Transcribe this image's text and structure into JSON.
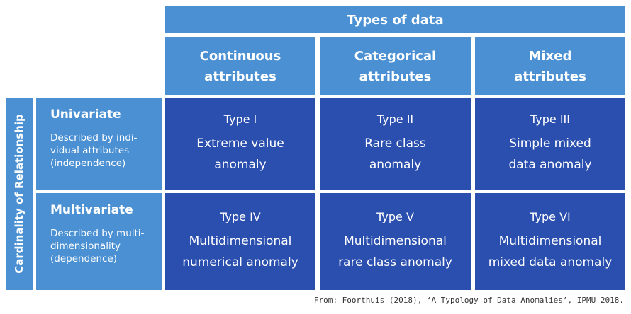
{
  "title": "Types of data",
  "columns": [
    {
      "label": "Continuous\nattributes"
    },
    {
      "label": "Categorical\nattributes"
    },
    {
      "label": "Mixed\nattributes"
    }
  ],
  "side_label": "Cardinality of Relationship",
  "rows": [
    {
      "title": "Univariate",
      "description": "Described by indi-\nvidual attributes\n(independence)"
    },
    {
      "title": "Multivariate",
      "description": "Described by multi-\ndimensionality\n(dependence)"
    }
  ],
  "cells": [
    [
      {
        "type": "Type I",
        "name": "Extreme value\nanomaly"
      },
      {
        "type": "Type II",
        "name": "Rare class\nanomaly"
      },
      {
        "type": "Type III",
        "name": "Simple mixed\ndata anomaly"
      }
    ],
    [
      {
        "type": "Type IV",
        "name": "Multidimensional\nnumerical anomaly"
      },
      {
        "type": "Type V",
        "name": "Multidimensional\nrare class anomaly"
      },
      {
        "type": "Type VI",
        "name": "Multidimensional\nmixed data anomaly"
      }
    ]
  ],
  "source": "From: Foorthuis (2018), ‘A Typology of Data Anomalies’, IPMU 2018.",
  "colors": {
    "header": "#4a90d2",
    "subheader": "#3a7fcb",
    "cell": "#2b4fae"
  }
}
